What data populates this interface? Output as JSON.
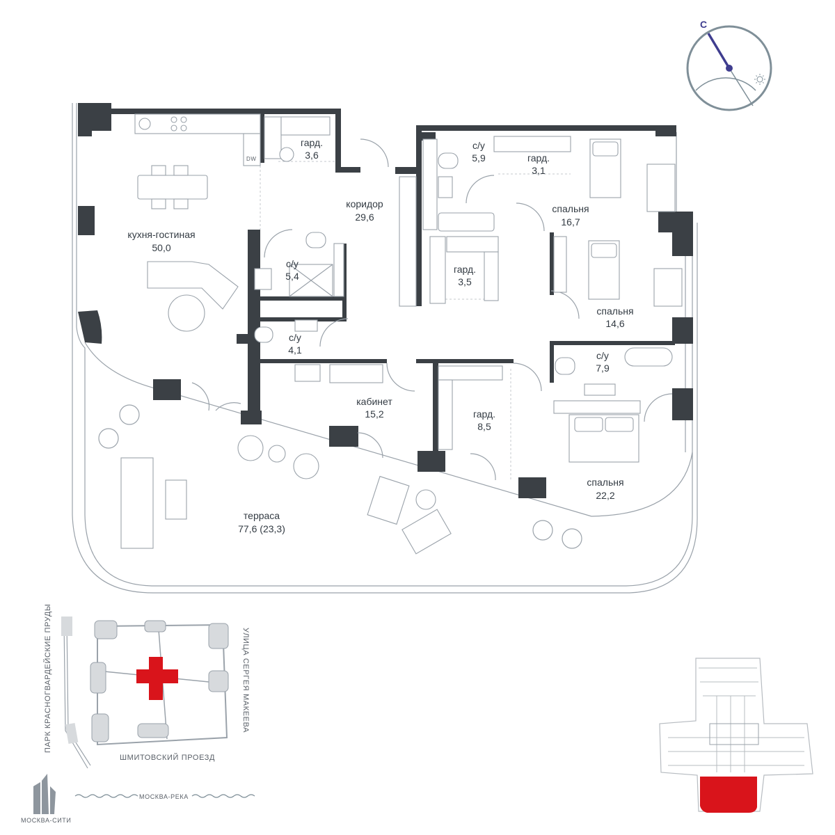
{
  "rooms": [
    {
      "id": "kitchen",
      "name": "кухня-гостиная",
      "area": "50,0"
    },
    {
      "id": "wardrobe1",
      "name": "гард.",
      "area": "3,6"
    },
    {
      "id": "corridor",
      "name": "коридор",
      "area": "29,6"
    },
    {
      "id": "bath1",
      "name": "с/у",
      "area": "5,4"
    },
    {
      "id": "bath2",
      "name": "с/у",
      "area": "4,1"
    },
    {
      "id": "bath3",
      "name": "с/у",
      "area": "5,9"
    },
    {
      "id": "wardrobe2",
      "name": "гард.",
      "area": "3,1"
    },
    {
      "id": "bedroom1",
      "name": "спальня",
      "area": "16,7"
    },
    {
      "id": "wardrobe3",
      "name": "гард.",
      "area": "3,5"
    },
    {
      "id": "bedroom2",
      "name": "спальня",
      "area": "14,6"
    },
    {
      "id": "bath4",
      "name": "с/у",
      "area": "7,9"
    },
    {
      "id": "study",
      "name": "кабинет",
      "area": "15,2"
    },
    {
      "id": "wardrobe4",
      "name": "гард.",
      "area": "8,5"
    },
    {
      "id": "bedroom3",
      "name": "спальня",
      "area": "22,2"
    },
    {
      "id": "terrace",
      "name": "терраса",
      "area": "77,6 (23,3)"
    }
  ],
  "appliance": {
    "dw": "DW"
  },
  "compass": {
    "north": "С"
  },
  "site_map": {
    "park": "ПАРК КРАСНОГВАРДЕЙСКИЕ ПРУДЫ",
    "street_right": "УЛИЦА СЕРГЕЯ МАКЕЕВА",
    "street_bottom": "ШМИТОВСКИЙ ПРОЕЗД",
    "river": "МОСКВА-РЕКА",
    "city": "МОСКВА-СИТИ"
  },
  "colors": {
    "highlight": "#d9141b",
    "wall": "#3b4045",
    "compass": "#7f8f98",
    "compass_needle": "#3f3d8f"
  }
}
